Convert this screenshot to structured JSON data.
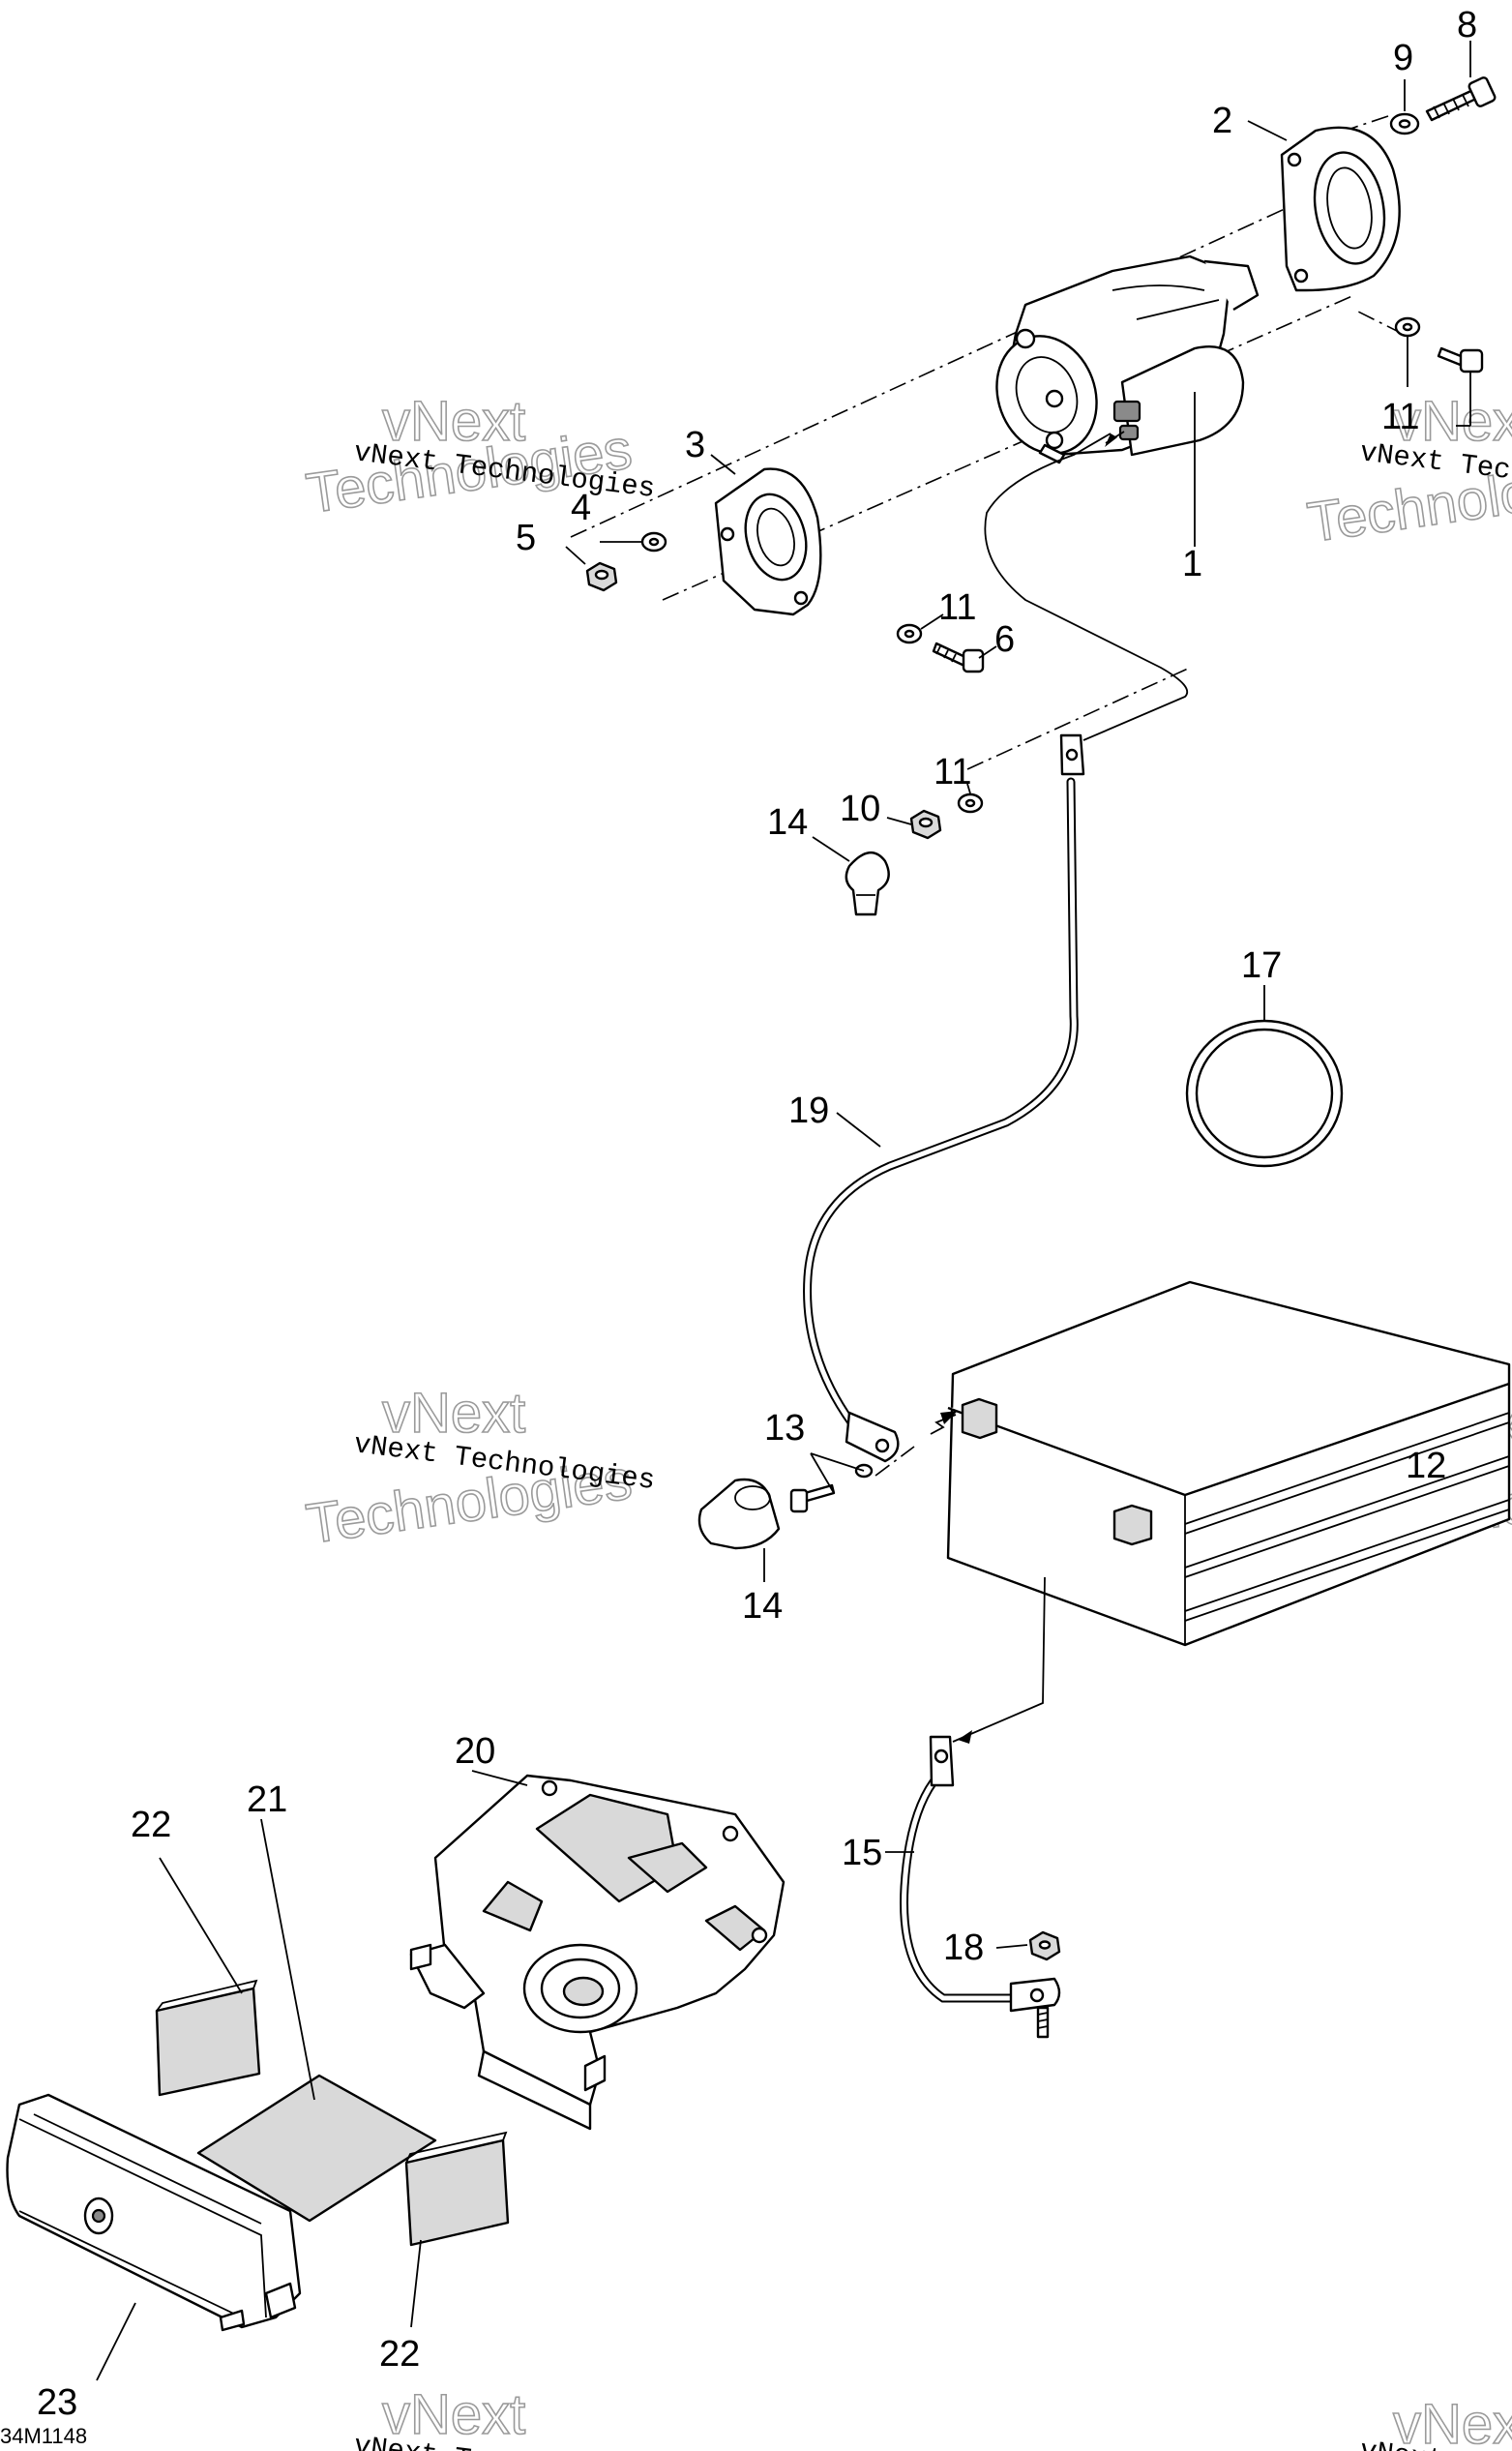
{
  "drawing_code": "34M1148",
  "watermark": {
    "line": "vNext Technologies",
    "big_word_1": "vNext",
    "big_word_2": "Technologies"
  },
  "callouts": [
    "1",
    "2",
    "3",
    "4",
    "5",
    "6",
    "8",
    "9",
    "10",
    "11",
    "12",
    "13",
    "14",
    "15",
    "17",
    "18",
    "19",
    "20",
    "21",
    "22",
    "23"
  ]
}
